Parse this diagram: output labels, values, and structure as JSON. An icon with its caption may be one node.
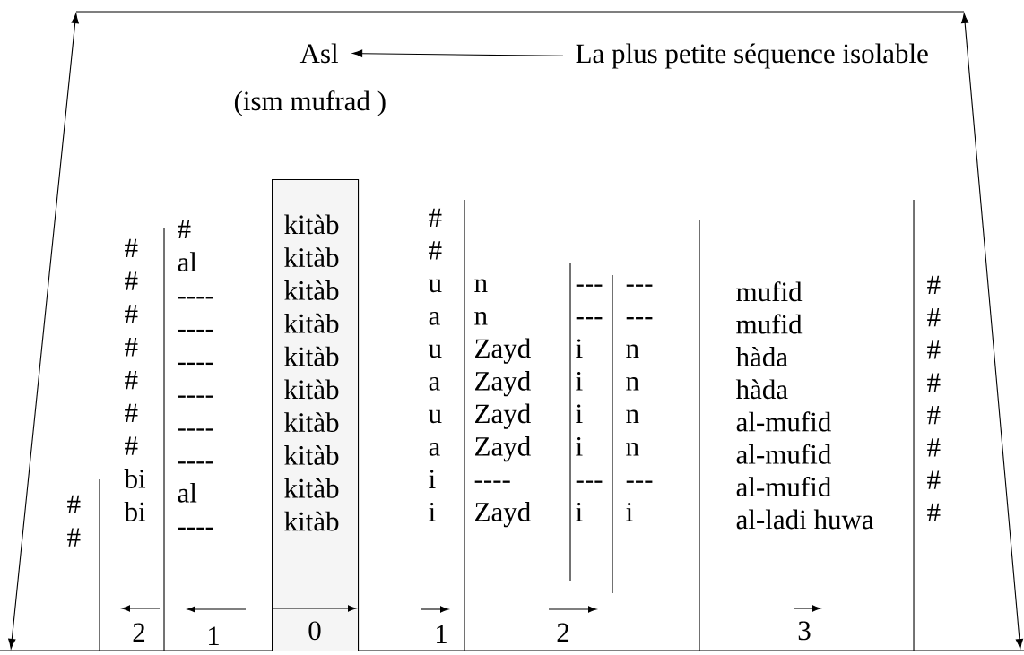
{
  "diagram": {
    "nodes": [
      {
        "text": [
          "Asl"
        ],
        "beside": [
          "(ism mufrad )"
        ]
      },
      {
        "text": [
          "La plus petite séquence isolable"
        ]
      },
      {
        "text": [
          "kitàb",
          "kitàb",
          "kitàb",
          "kitàb",
          "kitàb",
          "kitàb",
          "kitàb",
          "kitàb",
          "kitàb",
          "kitàb",
          "0"
        ]
      }
    ],
    "edges": [
      {
        "from": 1,
        "to": 0,
        "arrow": "to"
      }
    ],
    "labels": [
      "#",
      "#",
      "#",
      "#",
      "#",
      "#",
      "#",
      "#",
      "#",
      "bi",
      "bi",
      "#",
      "al",
      "----",
      "----",
      "----",
      "----",
      "----",
      "----",
      "al",
      "----",
      "#",
      "#",
      "u",
      "a",
      "u",
      "a",
      "u",
      "a",
      "i",
      "i",
      "n",
      "n",
      "Zayd",
      "Zayd",
      "Zayd",
      "Zayd",
      "----",
      "Zayd",
      "---",
      "---",
      "i",
      "i",
      "i",
      "i",
      "---",
      "i",
      "---",
      "---",
      "n",
      "n",
      "n",
      "n",
      "---",
      "i",
      "mufid",
      "mufid",
      "hàda",
      "hàda",
      "al-mufid",
      "al-mufid",
      "al-mufid",
      "al-ladi huwa",
      "#",
      "#",
      "#",
      "#",
      "#",
      "#",
      "#",
      "#",
      "2",
      "1",
      "1",
      "2",
      "3"
    ]
  }
}
